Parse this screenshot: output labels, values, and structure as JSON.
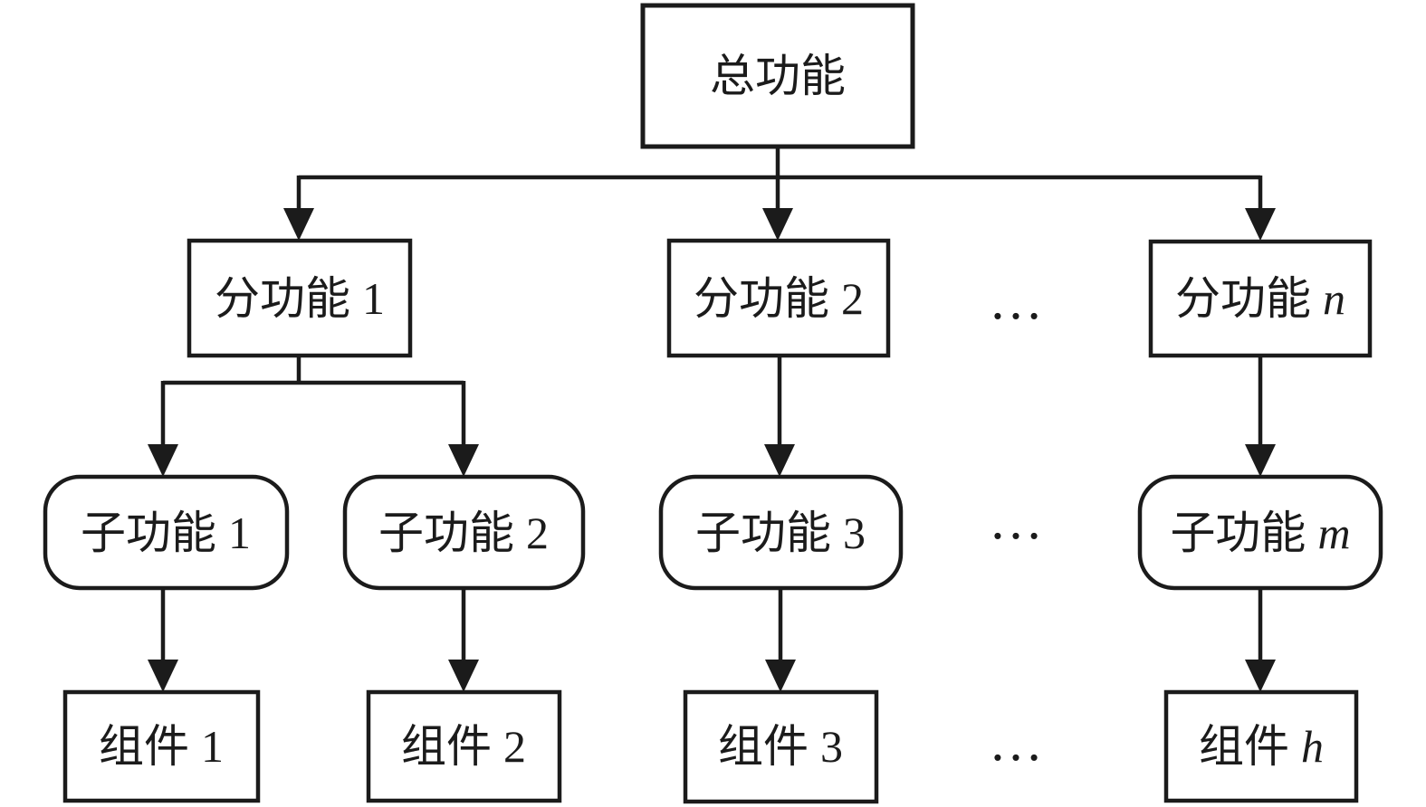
{
  "diagram": {
    "type": "hierarchy-tree",
    "background_color": "#ffffff",
    "line_color": "#1b1b1b",
    "levels": {
      "root": {
        "label": "总功能"
      },
      "branch_functions": [
        {
          "label": "分功能",
          "suffix": "1"
        },
        {
          "label": "分功能",
          "suffix": "2"
        },
        {
          "label": "分功能",
          "suffix": "n"
        }
      ],
      "child_functions": [
        {
          "label": "子功能",
          "suffix": "1"
        },
        {
          "label": "子功能",
          "suffix": "2"
        },
        {
          "label": "子功能",
          "suffix": "3"
        },
        {
          "label": "子功能",
          "suffix": "m"
        }
      ],
      "components": [
        {
          "label": "组件",
          "suffix": "1"
        },
        {
          "label": "组件",
          "suffix": "2"
        },
        {
          "label": "组件",
          "suffix": "3"
        },
        {
          "label": "组件",
          "suffix": "h"
        }
      ]
    },
    "ellipsis": {
      "branch_row": "…",
      "child_row": "…",
      "component_row": "…"
    }
  }
}
